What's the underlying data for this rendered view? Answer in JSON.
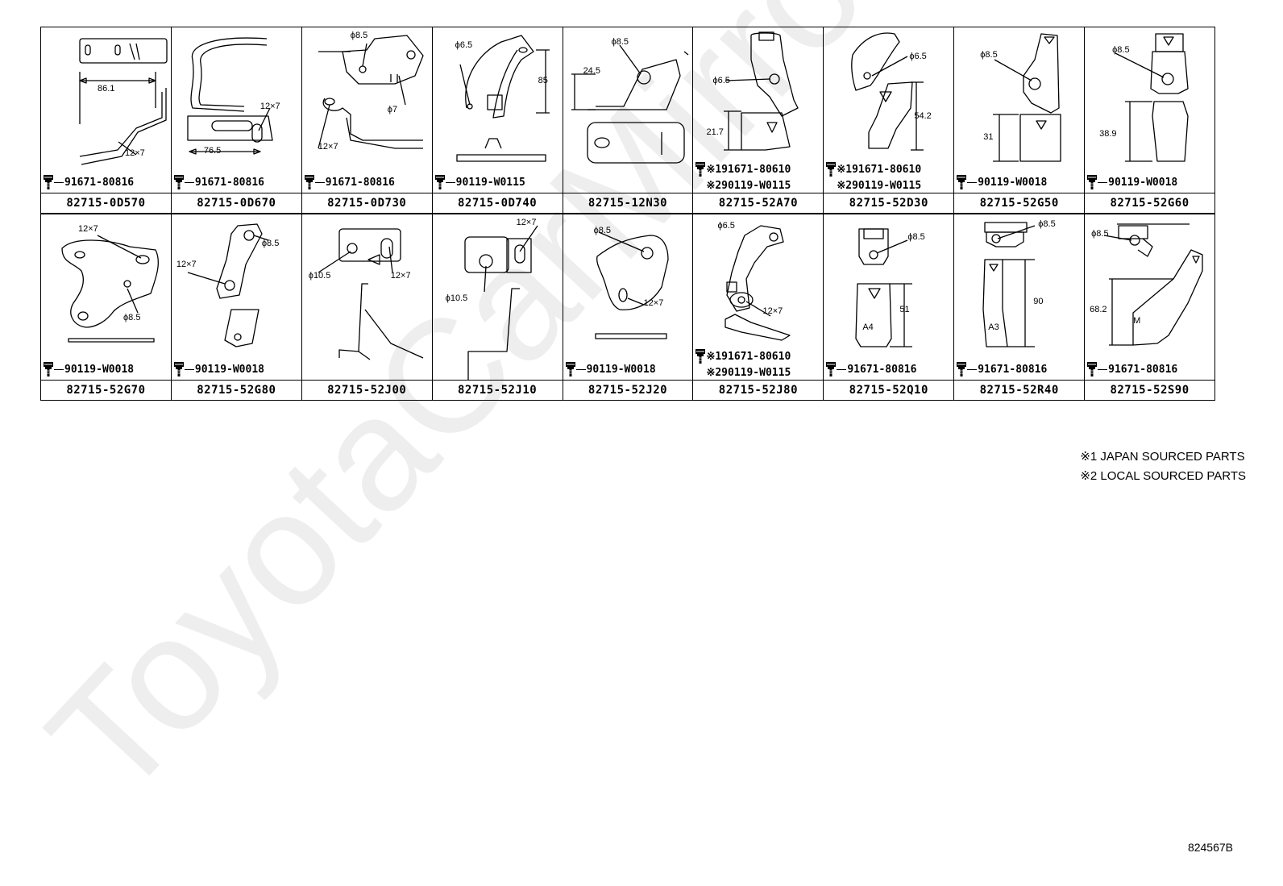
{
  "watermark": "ToyotaCarMirror",
  "cells": [
    {
      "part_no": "82715-0D570",
      "bolts": [
        "91671-80816"
      ],
      "dims": [
        "86.1",
        "12×7"
      ]
    },
    {
      "part_no": "82715-0D670",
      "bolts": [
        "91671-80816"
      ],
      "dims": [
        "76.5",
        "12×7"
      ]
    },
    {
      "part_no": "82715-0D730",
      "bolts": [
        "91671-80816"
      ],
      "dims": [
        "ϕ8.5",
        "ϕ7",
        "12×7"
      ]
    },
    {
      "part_no": "82715-0D740",
      "bolts": [
        "90119-W0115"
      ],
      "dims": [
        "ϕ6.5",
        "85"
      ]
    },
    {
      "part_no": "82715-12N30",
      "bolts": [],
      "dims": [
        "ϕ8.5",
        "24.5"
      ]
    },
    {
      "part_no": "82715-52A70",
      "bolts": [
        "※191671-80610",
        "※290119-W0115"
      ],
      "dims": [
        "ϕ6.5",
        "21.7"
      ]
    },
    {
      "part_no": "82715-52D30",
      "bolts": [
        "※191671-80610",
        "※290119-W0115"
      ],
      "dims": [
        "ϕ6.5",
        "54.2"
      ]
    },
    {
      "part_no": "82715-52G50",
      "bolts": [
        "90119-W0018"
      ],
      "dims": [
        "ϕ8.5",
        "31"
      ]
    },
    {
      "part_no": "82715-52G60",
      "bolts": [
        "90119-W0018"
      ],
      "dims": [
        "ϕ8.5",
        "38.9"
      ]
    },
    {
      "part_no": "82715-52G70",
      "bolts": [
        "90119-W0018"
      ],
      "dims": [
        "12×7",
        "ϕ8.5"
      ]
    },
    {
      "part_no": "82715-52G80",
      "bolts": [
        "90119-W0018"
      ],
      "dims": [
        "12×7",
        "ϕ8.5"
      ]
    },
    {
      "part_no": "82715-52J00",
      "bolts": [],
      "dims": [
        "ϕ10.5",
        "12×7"
      ]
    },
    {
      "part_no": "82715-52J10",
      "bolts": [],
      "dims": [
        "12×7",
        "ϕ10.5"
      ]
    },
    {
      "part_no": "82715-52J20",
      "bolts": [
        "90119-W0018"
      ],
      "dims": [
        "ϕ8.5",
        "12×7"
      ]
    },
    {
      "part_no": "82715-52J80",
      "bolts": [
        "※191671-80610",
        "※290119-W0115"
      ],
      "dims": [
        "ϕ6.5",
        "12×7"
      ]
    },
    {
      "part_no": "82715-52Q10",
      "bolts": [
        "91671-80816"
      ],
      "dims": [
        "ϕ8.5",
        "51",
        "A4"
      ]
    },
    {
      "part_no": "82715-52R40",
      "bolts": [
        "91671-80816"
      ],
      "dims": [
        "ϕ8.5",
        "90",
        "A3"
      ]
    },
    {
      "part_no": "82715-52S90",
      "bolts": [
        "91671-80816"
      ],
      "dims": [
        "ϕ8.5",
        "68.2",
        "M"
      ]
    }
  ],
  "notes": [
    "※1 JAPAN SOURCED PARTS",
    "※2 LOCAL SOURCED PARTS"
  ],
  "figure_no": "824567B"
}
